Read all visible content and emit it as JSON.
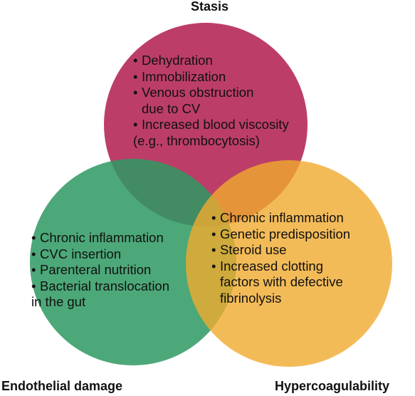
{
  "colors": {
    "stasis": "#b8325f",
    "endothelial": "#2e9a62",
    "hypercoagulability": "#f0aa2e"
  },
  "labels": {
    "stasis": "Stasis",
    "endothelial": "Endothelial damage",
    "hypercoagulability": "Hypercoagulability"
  },
  "stasis_items": [
    {
      "line1": "Dehydration"
    },
    {
      "line1": "Immobilization"
    },
    {
      "line1": "Venous obstruction",
      "line2": "due to CV"
    },
    {
      "line1": "Increased blood viscosity",
      "line2": "(e.g., thrombocytosis)"
    }
  ],
  "endothelial_items": [
    {
      "line1": "Chronic inflammation"
    },
    {
      "line1": "CVC insertion"
    },
    {
      "line1": "Parenteral nutrition"
    },
    {
      "line1": "Bacterial translocation",
      "line2": "in the gut"
    }
  ],
  "hypercoagulability_items": [
    {
      "line1": "Chronic inflammation"
    },
    {
      "line1": "Genetic predisposition"
    },
    {
      "line1": "Steroid use"
    },
    {
      "line1": "Increased clotting",
      "line2": "factors with defective"
    },
    {
      "line1": "",
      "line2": "fibrinolysis"
    }
  ]
}
